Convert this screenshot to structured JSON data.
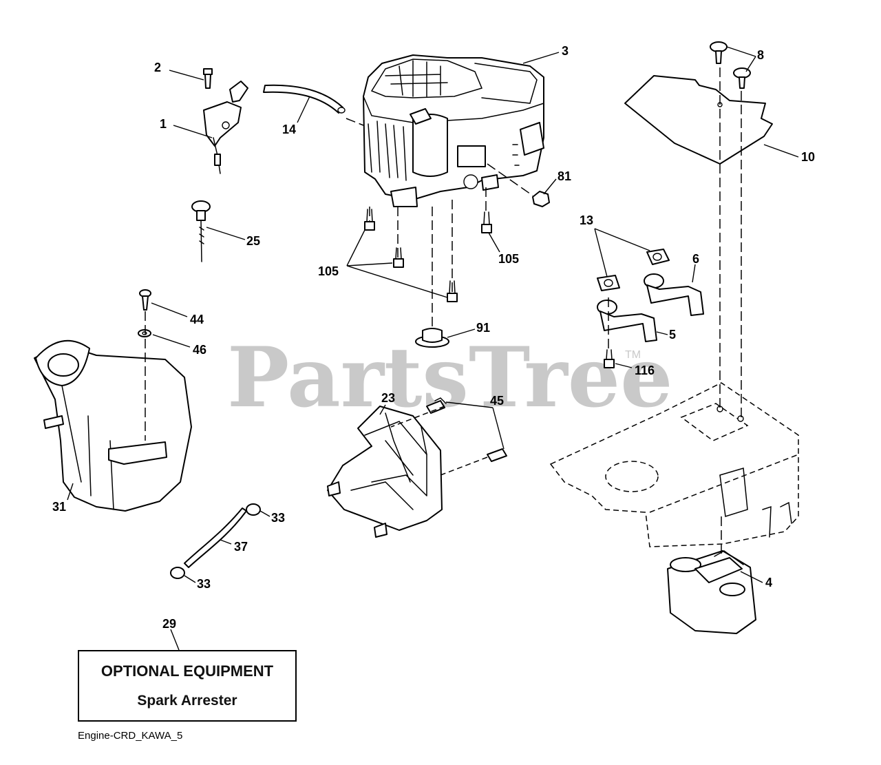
{
  "watermark": {
    "text": "PartsTree",
    "trademark": "TM"
  },
  "callouts": {
    "c1": "1",
    "c2": "2",
    "c3": "3",
    "c4": "4",
    "c5": "5",
    "c6": "6",
    "c8": "8",
    "c10": "10",
    "c13": "13",
    "c14": "14",
    "c23": "23",
    "c25": "25",
    "c29": "29",
    "c31": "31",
    "c33a": "33",
    "c33b": "33",
    "c37": "37",
    "c44": "44",
    "c45": "45",
    "c46": "46",
    "c81": "81",
    "c91": "91",
    "c105a": "105",
    "c105b": "105",
    "c116": "116"
  },
  "optional_box": {
    "title": "OPTIONAL EQUIPMENT",
    "subtitle": "Spark Arrester"
  },
  "caption": "Engine-CRD_KAWA_5"
}
